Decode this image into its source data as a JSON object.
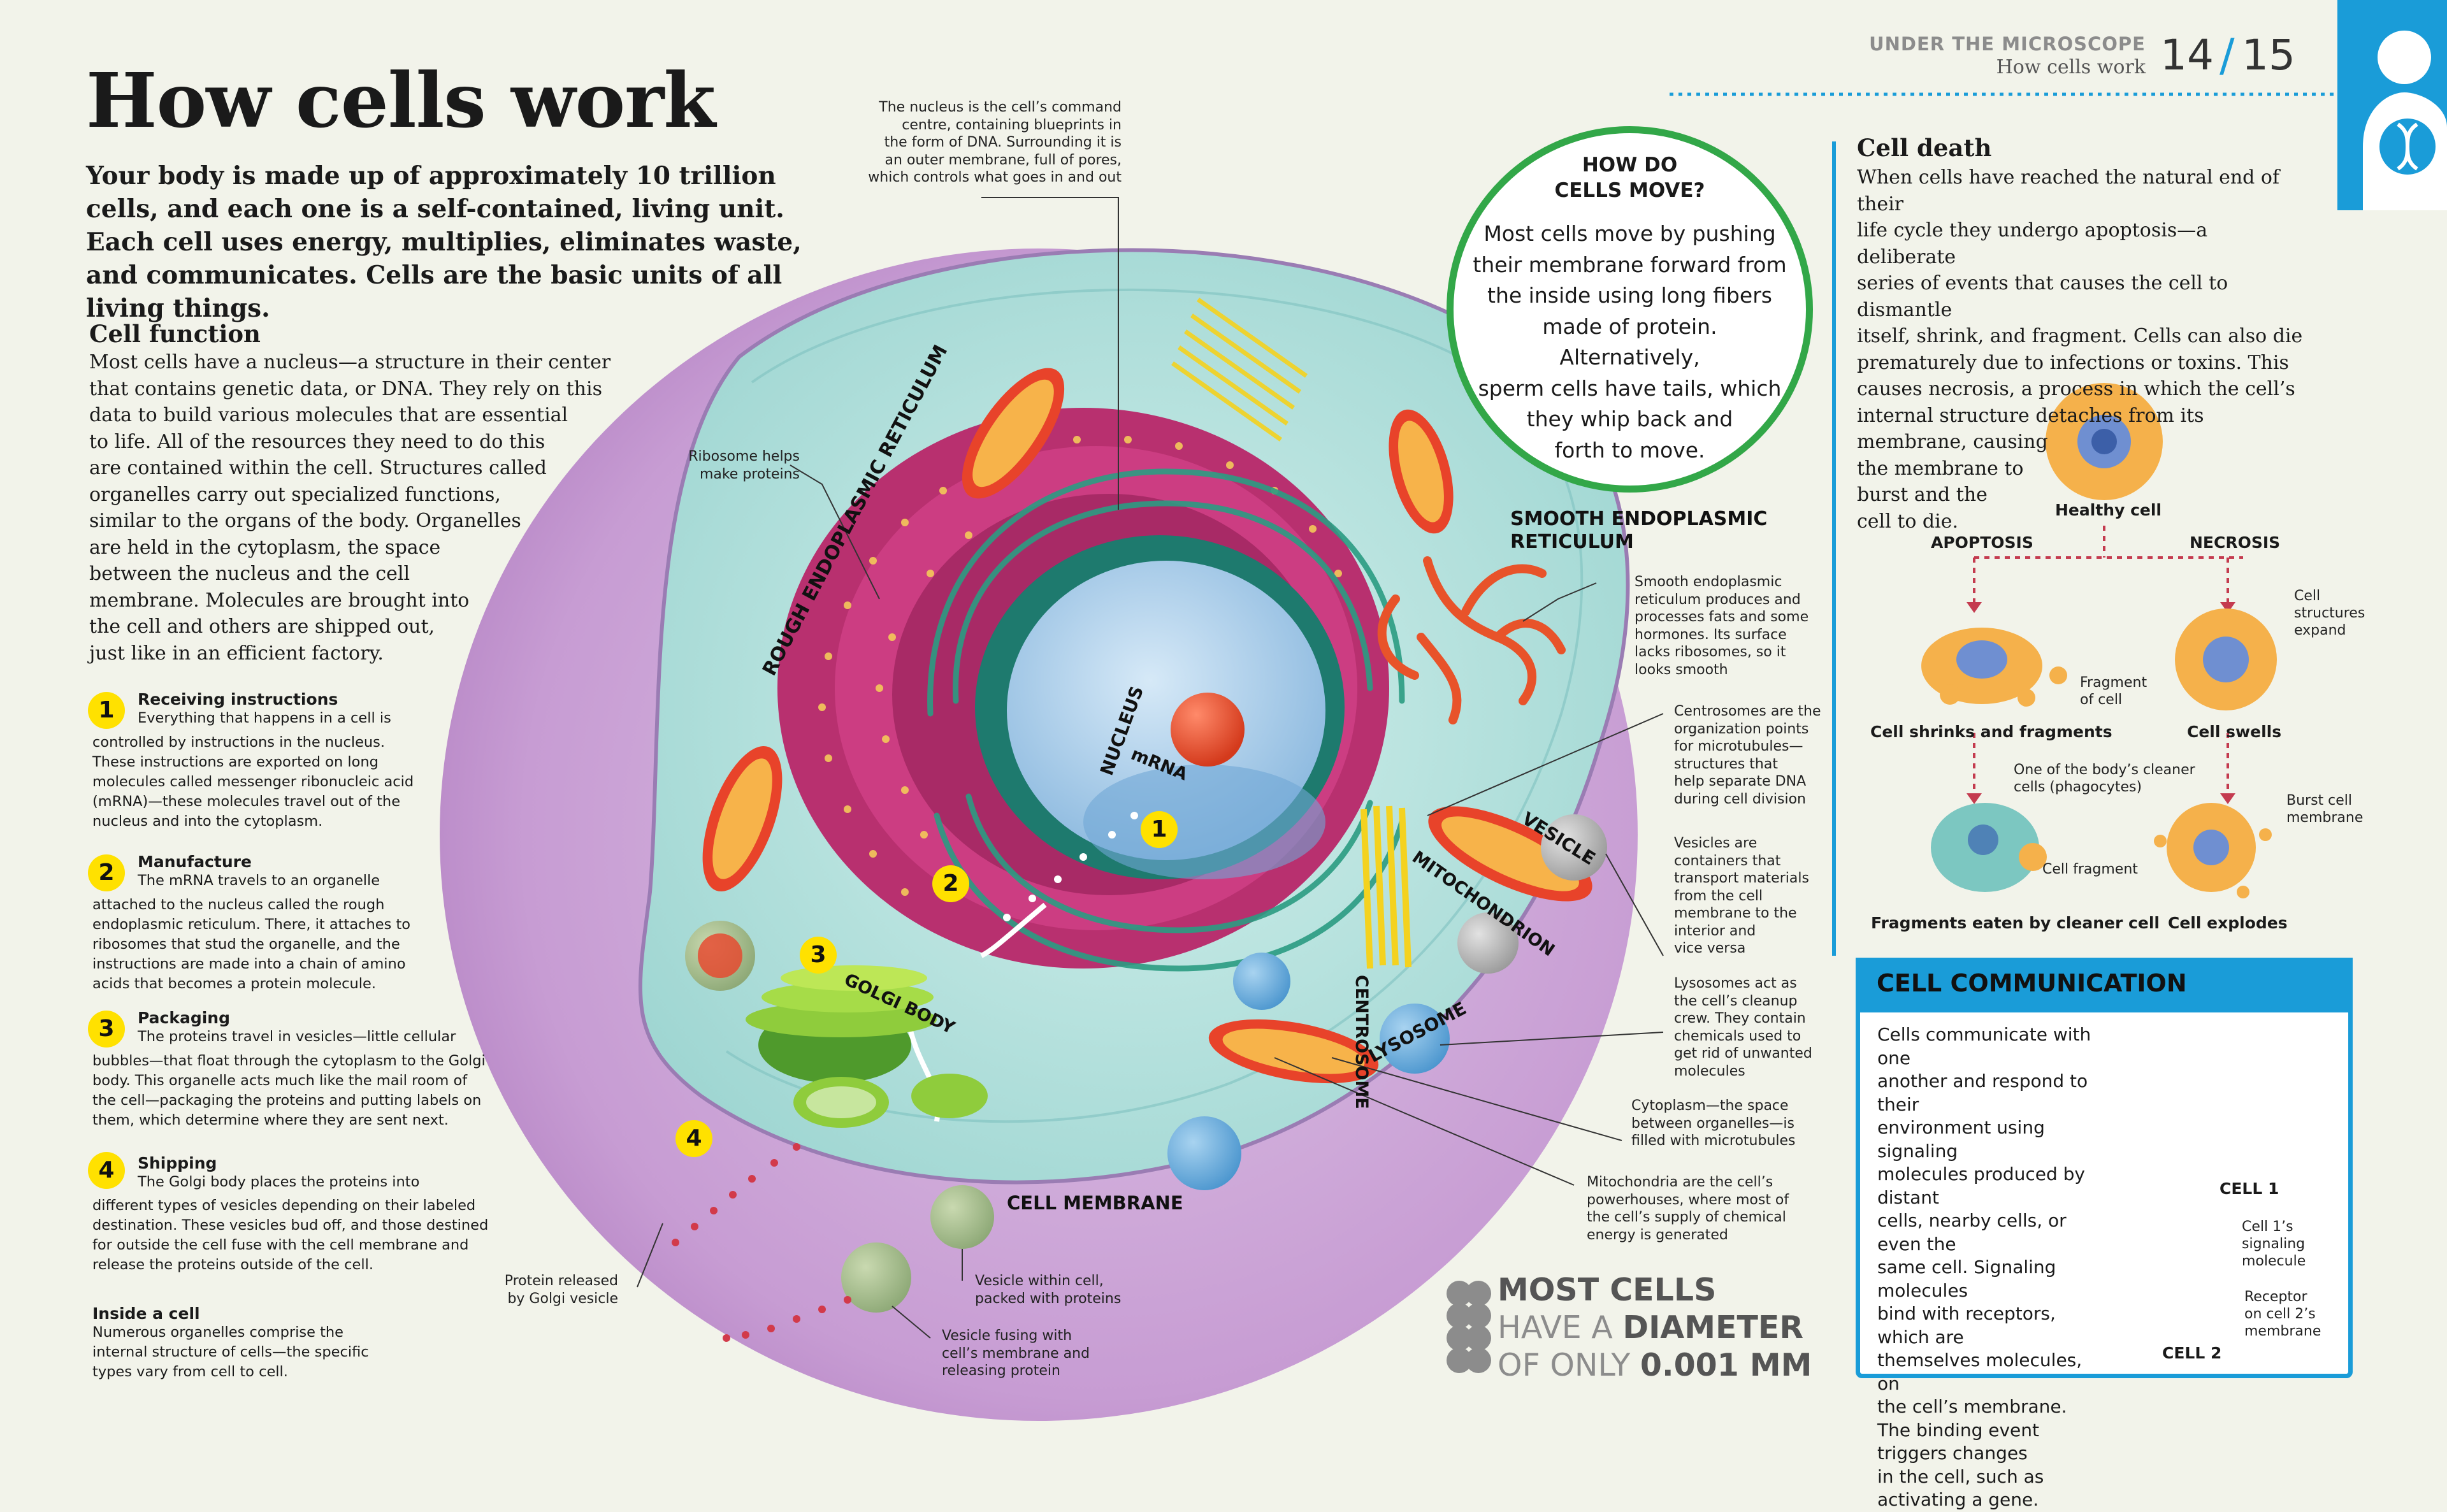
{
  "title": "How cells work",
  "running_head": {
    "section": "UNDER THE MICROSCOPE",
    "subtitle": "How cells work",
    "page_left": "14",
    "separator": "/",
    "page_right": "15"
  },
  "intro": "Your body is made up of approximately 10 trillion cells, and each one is a self-contained, living unit. Each cell uses energy, multiplies, eliminates waste, and communicates. Cells are the basic units of all living things.",
  "cell_function": {
    "heading": "Cell function",
    "lines": [
      "Most cells have a nucleus—a structure in their center",
      "that contains genetic data, or DNA. They rely on this",
      "data to build various molecules that are essential",
      "to life. All of the resources they need to do this",
      "are contained within the cell. Structures called",
      "organelles carry out specialized functions,",
      "similar to the organs of the body. Organelles",
      "are held in the cytoplasm, the space",
      "between the nucleus and the cell",
      "membrane. Molecules are brought into",
      "the cell and others are shipped out,",
      "just like in an efficient factory."
    ]
  },
  "steps": [
    {
      "num": "1",
      "title": "Receiving instructions",
      "lines": [
        "Everything that happens in a cell is",
        "controlled by instructions in the nucleus.",
        "These instructions are exported on long",
        "molecules called messenger ribonucleic acid",
        "(mRNA)—these molecules travel out of the",
        "nucleus and into the cytoplasm."
      ]
    },
    {
      "num": "2",
      "title": "Manufacture",
      "lines": [
        "The mRNA travels to an organelle",
        "attached to the nucleus called the rough",
        "endoplasmic reticulum. There, it attaches to",
        "ribosomes that stud the organelle, and the",
        "instructions are made into a chain of amino",
        "acids that becomes a protein molecule."
      ]
    },
    {
      "num": "3",
      "title": "Packaging",
      "lines": [
        "The proteins travel in vesicles—little cellular",
        "bubbles—that float through the cytoplasm to the Golgi",
        "body. This organelle acts much like the mail room of",
        "the cell—packaging the proteins and putting labels on",
        "them, which determine where they are sent next."
      ]
    },
    {
      "num": "4",
      "title": "Shipping",
      "lines": [
        "The Golgi body places the proteins into",
        "different types of vesicles depending on their labeled",
        "destination. These vesicles bud off, and those destined",
        "for outside the cell fuse with the cell membrane and",
        "release the proteins outside of the cell."
      ]
    }
  ],
  "inside_cell": {
    "title": "Inside a cell",
    "lines": [
      "Numerous organelles comprise the",
      "internal structure of cells—the specific",
      "types vary from cell to cell."
    ]
  },
  "diagram_labels": {
    "rough_er": "ROUGH ENDOPLASMIC RETICULUM",
    "nucleus": "NUCLEUS",
    "mrna": "mRNA",
    "golgi": "GOLGI BODY",
    "smooth_er": "SMOOTH ENDOPLASMIC RETICULUM",
    "vesicle": "VESICLE",
    "mitochondrion": "MITOCHONDRION",
    "centrosome": "CENTROSOME",
    "lysosome": "LYSOSOME",
    "cell_membrane": "CELL MEMBRANE"
  },
  "diagram_markers": [
    "1",
    "2",
    "3",
    "4"
  ],
  "annotations": {
    "nucleus_note": [
      "The nucleus is the cell’s command",
      "centre, containing blueprints in",
      "the form of DNA. Surrounding it is",
      "an outer membrane, full of pores,",
      "which controls what goes in and out"
    ],
    "ribosome_note": [
      "Ribosome helps",
      "make proteins"
    ],
    "smooth_er_note": [
      "Smooth endoplasmic",
      "reticulum produces and",
      "processes fats and some",
      "hormones. Its surface",
      "lacks ribosomes, so it",
      "looks smooth"
    ],
    "centrosome_note": [
      "Centrosomes are the",
      "organization points",
      "for microtubules—",
      "structures that",
      "help separate DNA",
      "during cell division"
    ],
    "vesicle_note": [
      "Vesicles are",
      "containers that",
      "transport materials",
      "from the cell",
      "membrane to the",
      "interior and",
      "vice versa"
    ],
    "lysosome_note": [
      "Lysosomes act as",
      "the cell’s cleanup",
      "crew. They contain",
      "chemicals used to",
      "get rid of unwanted",
      "molecules"
    ],
    "cytoplasm_note": [
      "Cytoplasm—the space",
      "between organelles—is",
      "filled with microtubules"
    ],
    "mito_note": [
      "Mitochondria are the cell’s",
      "powerhouses, where most of",
      "the cell’s supply of chemical",
      "energy is generated"
    ],
    "protein_note": [
      "Protein released",
      "by Golgi vesicle"
    ],
    "vesicle_within_note": [
      "Vesicle within cell,",
      "packed with proteins"
    ],
    "vesicle_fusing_note": [
      "Vesicle fusing with",
      "cell’s membrane and",
      "releasing protein"
    ]
  },
  "how_move": {
    "title_lines": [
      "HOW DO",
      "CELLS MOVE?"
    ],
    "text_lines": [
      "Most cells move by pushing",
      "their membrane forward from",
      "the inside using long fibers",
      "made of protein. Alternatively,",
      "sperm cells have tails, which",
      "they whip back and",
      "forth to move."
    ]
  },
  "cell_death": {
    "heading": "Cell death",
    "lines": [
      "When cells have reached the natural end of their",
      "life cycle they undergo apoptosis—a deliberate",
      "series of events that causes the cell to dismantle",
      "itself, shrink, and fragment. Cells can also die",
      "prematurely due to infections or toxins. This",
      "causes necrosis, a process in which the cell’s",
      "internal structure detaches from its",
      "membrane, causing",
      "the membrane to",
      "burst and the",
      "cell to die."
    ],
    "healthy": "Healthy cell",
    "apoptosis": "APOPTOSIS",
    "necrosis": "NECROSIS",
    "shrinks": "Cell shrinks and fragments",
    "swells": "Cell swells",
    "fragment_of_cell": [
      "Fragment",
      "of cell"
    ],
    "structures_expand": [
      "Cell",
      "structures",
      "expand"
    ],
    "phagocytes": [
      "One of the body’s cleaner",
      "cells (phagocytes)"
    ],
    "cell_fragment": "Cell fragment",
    "burst_membrane": [
      "Burst cell",
      "membrane"
    ],
    "eaten": "Fragments eaten by cleaner cell",
    "explodes": "Cell explodes"
  },
  "cell_communication": {
    "title": "CELL COMMUNICATION",
    "lines": [
      "Cells communicate with one",
      "another and respond to their",
      "environment using signaling",
      "molecules produced by distant",
      "cells, nearby cells, or even the",
      "same cell. Signaling molecules",
      "bind with receptors, which are",
      "themselves molecules, on",
      "the cell’s membrane.",
      "The binding event",
      "triggers changes",
      "in the cell, such as",
      "activating a gene."
    ],
    "cell1": "CELL 1",
    "cell2": "CELL 2",
    "signal": [
      "Cell 1’s",
      "signaling",
      "molecule"
    ],
    "receptor": [
      "Receptor",
      "on cell 2’s",
      "membrane"
    ]
  },
  "size_fact": {
    "line1": "MOST CELLS",
    "line2a": "HAVE A ",
    "line2b": "DIAMETER",
    "line3a": "OF ONLY ",
    "line3b": "0.001 MM"
  },
  "colors": {
    "accent_blue": "#1a9cd8",
    "move_green": "#32a748",
    "marker_yellow": "#ffe100",
    "membrane_purple": "#c79cd3",
    "cytoplasm": "#b8e3e0",
    "nucleus_blue": "#a8cdea",
    "cell_orange": "#f5b14b"
  },
  "icons": [
    "person-dna-icon",
    "stacked-cells-icon"
  ]
}
